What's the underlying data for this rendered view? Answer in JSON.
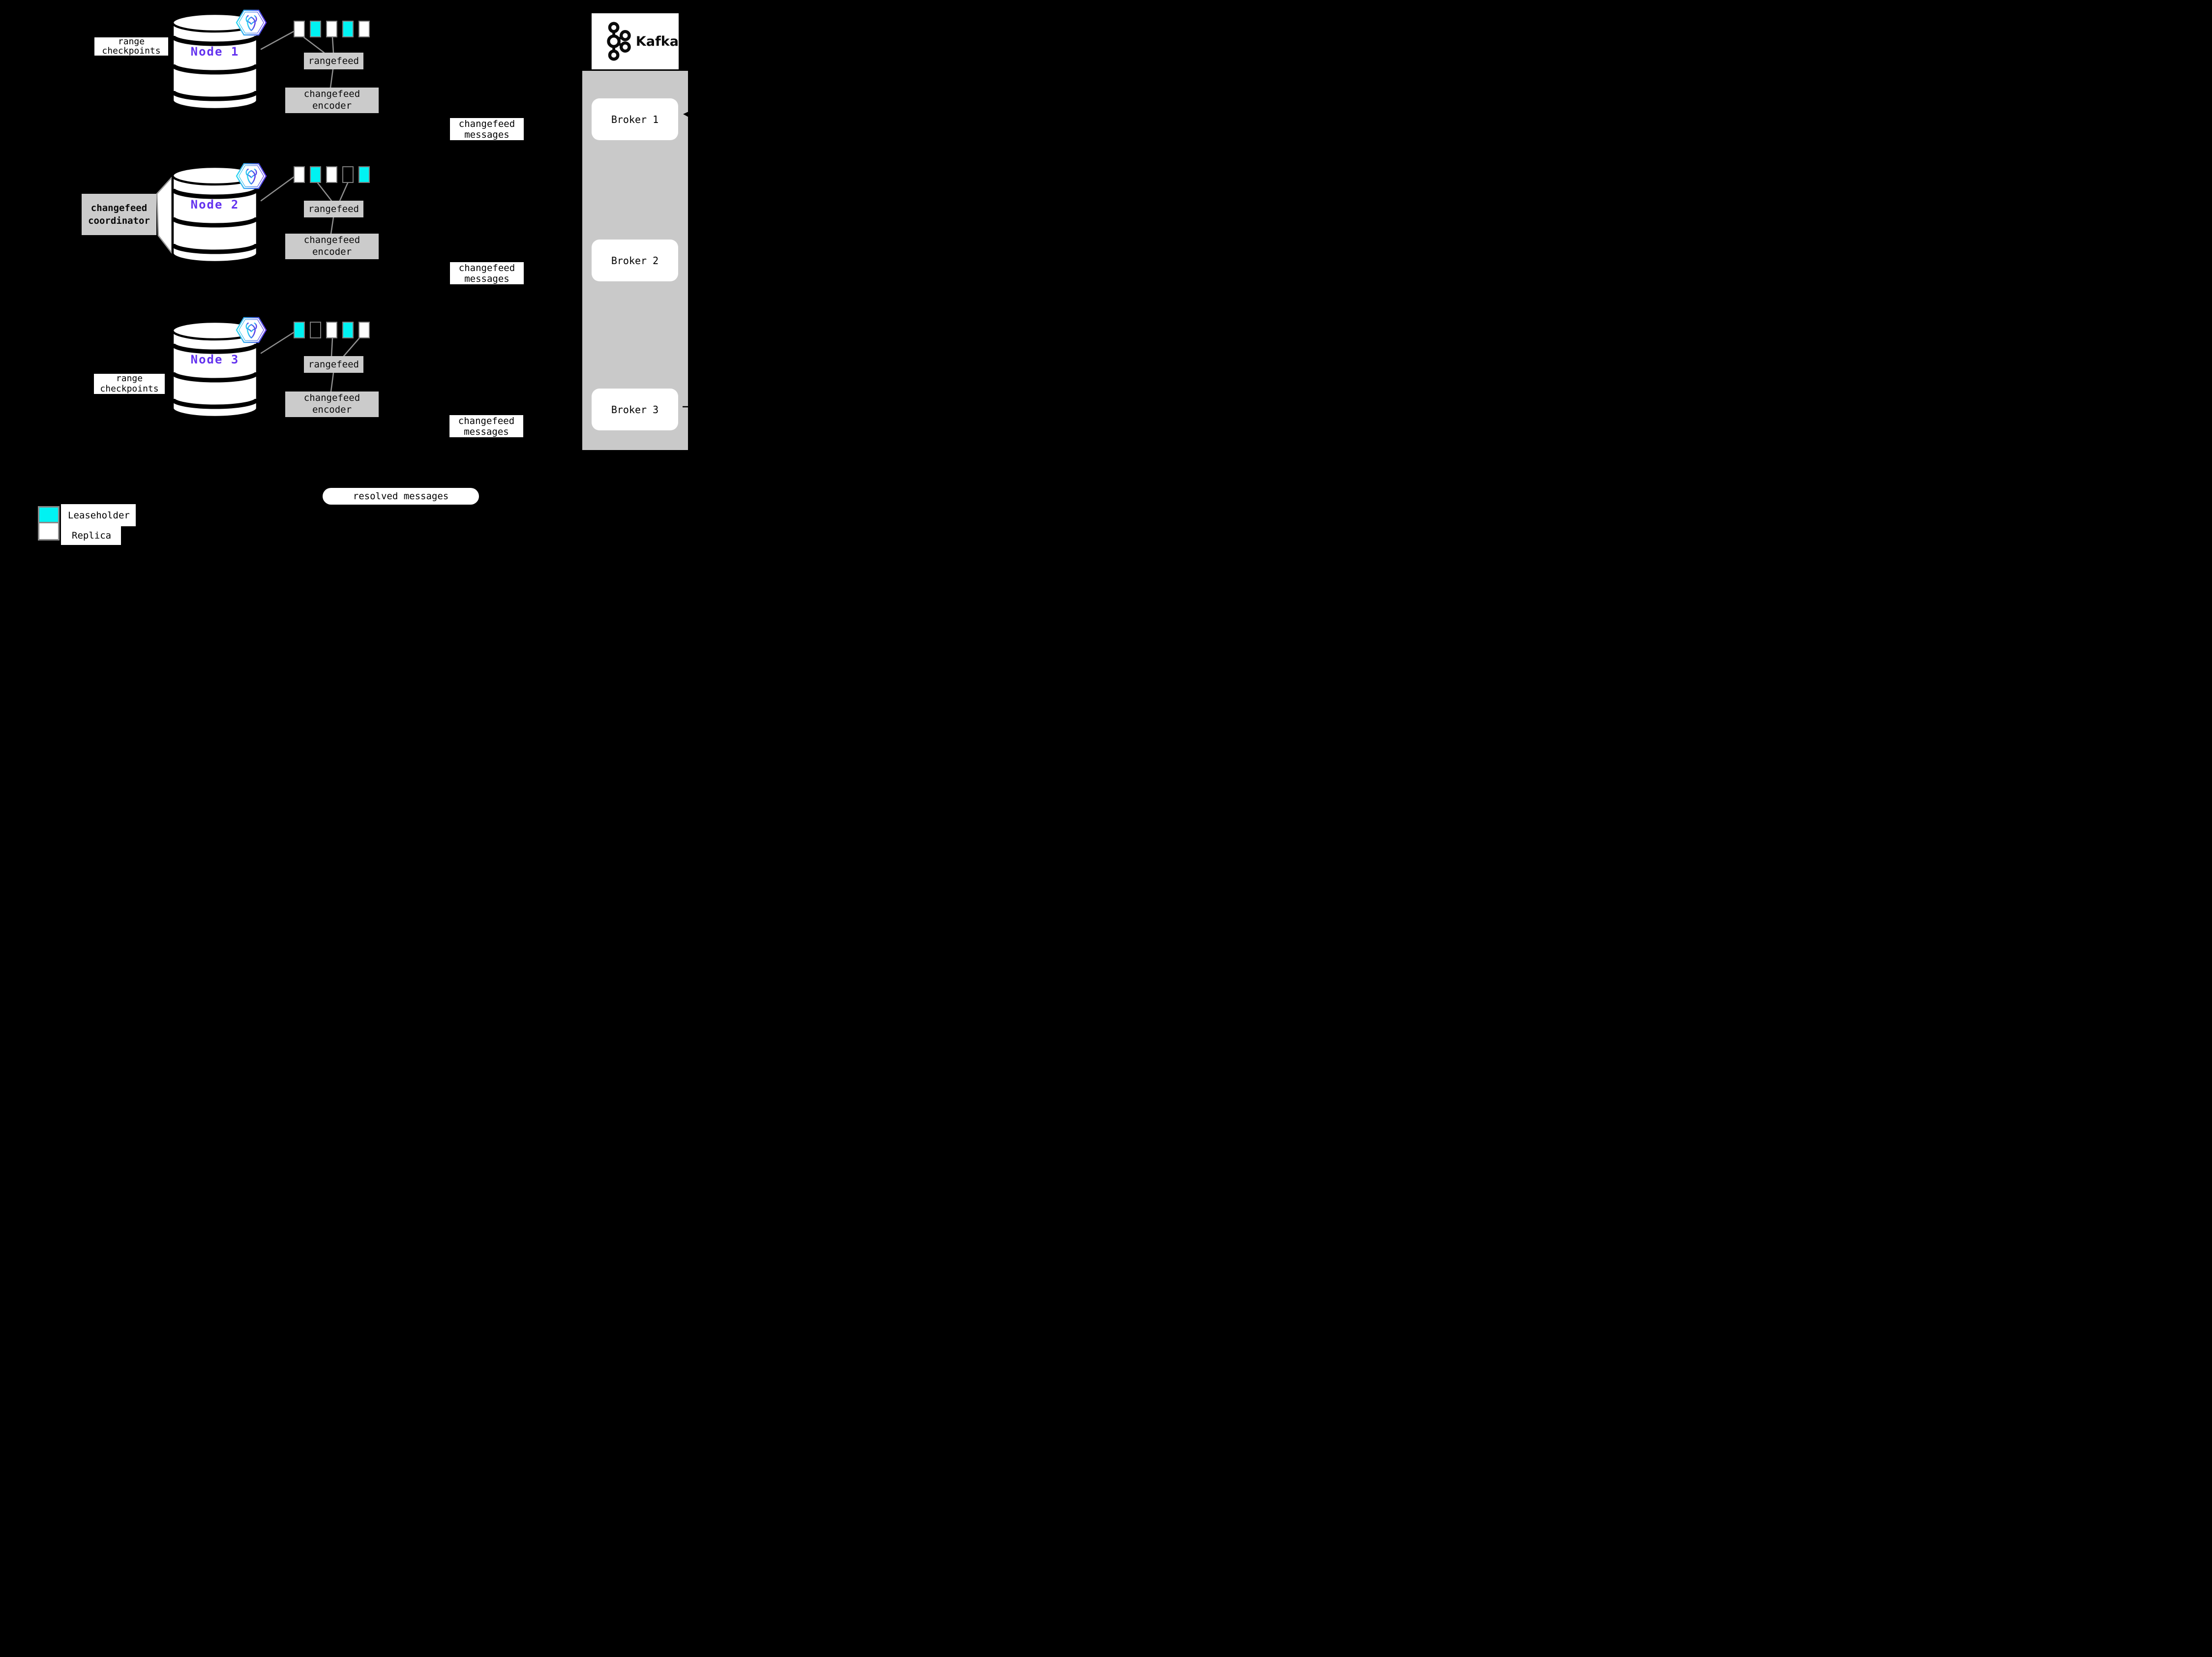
{
  "annotations": {
    "range_checkpoints_top": {
      "line1": "range",
      "line2": "checkpoints"
    },
    "range_checkpoints_bottom": {
      "line1": "range",
      "line2": "checkpoints"
    },
    "changefeed_coordinator": {
      "line1": "changefeed",
      "line2": "coordinator"
    },
    "resolved_messages": "resolved messages"
  },
  "sections": [
    {
      "node_label": "Node 1",
      "rangefeed": "rangefeed",
      "encoder_line1": "changefeed",
      "encoder_line2": "encoder",
      "messages_line1": "changefeed",
      "messages_line2": "messages",
      "ranges": [
        "replica",
        "leaseholder",
        "replica",
        "leaseholder",
        "replica"
      ]
    },
    {
      "node_label": "Node 2",
      "rangefeed": "rangefeed",
      "encoder_line1": "changefeed",
      "encoder_line2": "encoder",
      "messages_line1": "changefeed",
      "messages_line2": "messages",
      "ranges": [
        "replica",
        "leaseholder",
        "replica",
        "empty",
        "leaseholder"
      ]
    },
    {
      "node_label": "Node 3",
      "rangefeed": "rangefeed",
      "encoder_line1": "changefeed",
      "encoder_line2": "encoder",
      "messages_line1": "changefeed",
      "messages_line2": "messages",
      "ranges": [
        "leaseholder",
        "empty",
        "replica",
        "leaseholder",
        "replica"
      ]
    }
  ],
  "kafka": {
    "brand": "Kafka",
    "brokers": [
      "Broker 1",
      "Broker 2",
      "Broker 3"
    ]
  },
  "legend": [
    {
      "swatch": "leaseholder",
      "label": "Leaseholder"
    },
    {
      "swatch": "replica",
      "label": "Replica"
    }
  ],
  "icons": {
    "cockroach_hexagon": "cockroachdb-hexagon-icon",
    "database_cylinder": "database-cylinder-icon",
    "kafka_logo": "kafka-logo-icon"
  },
  "colors": {
    "background": "#000000",
    "leaseholder_fill": "#00F2F2",
    "replica_fill": "#FFFFFF",
    "panel_gray": "#CBCBCB",
    "kafka_column_gray": "#C9C9C9",
    "connector_gray": "#8F8F8F",
    "node_label_purple": "#6433EF",
    "square_border_gray": "#7B7B7B",
    "legend_border": "#8A8A8A",
    "hexagon_gradient_start": "#2BD8F2",
    "hexagon_gradient_end": "#5A31E8"
  }
}
